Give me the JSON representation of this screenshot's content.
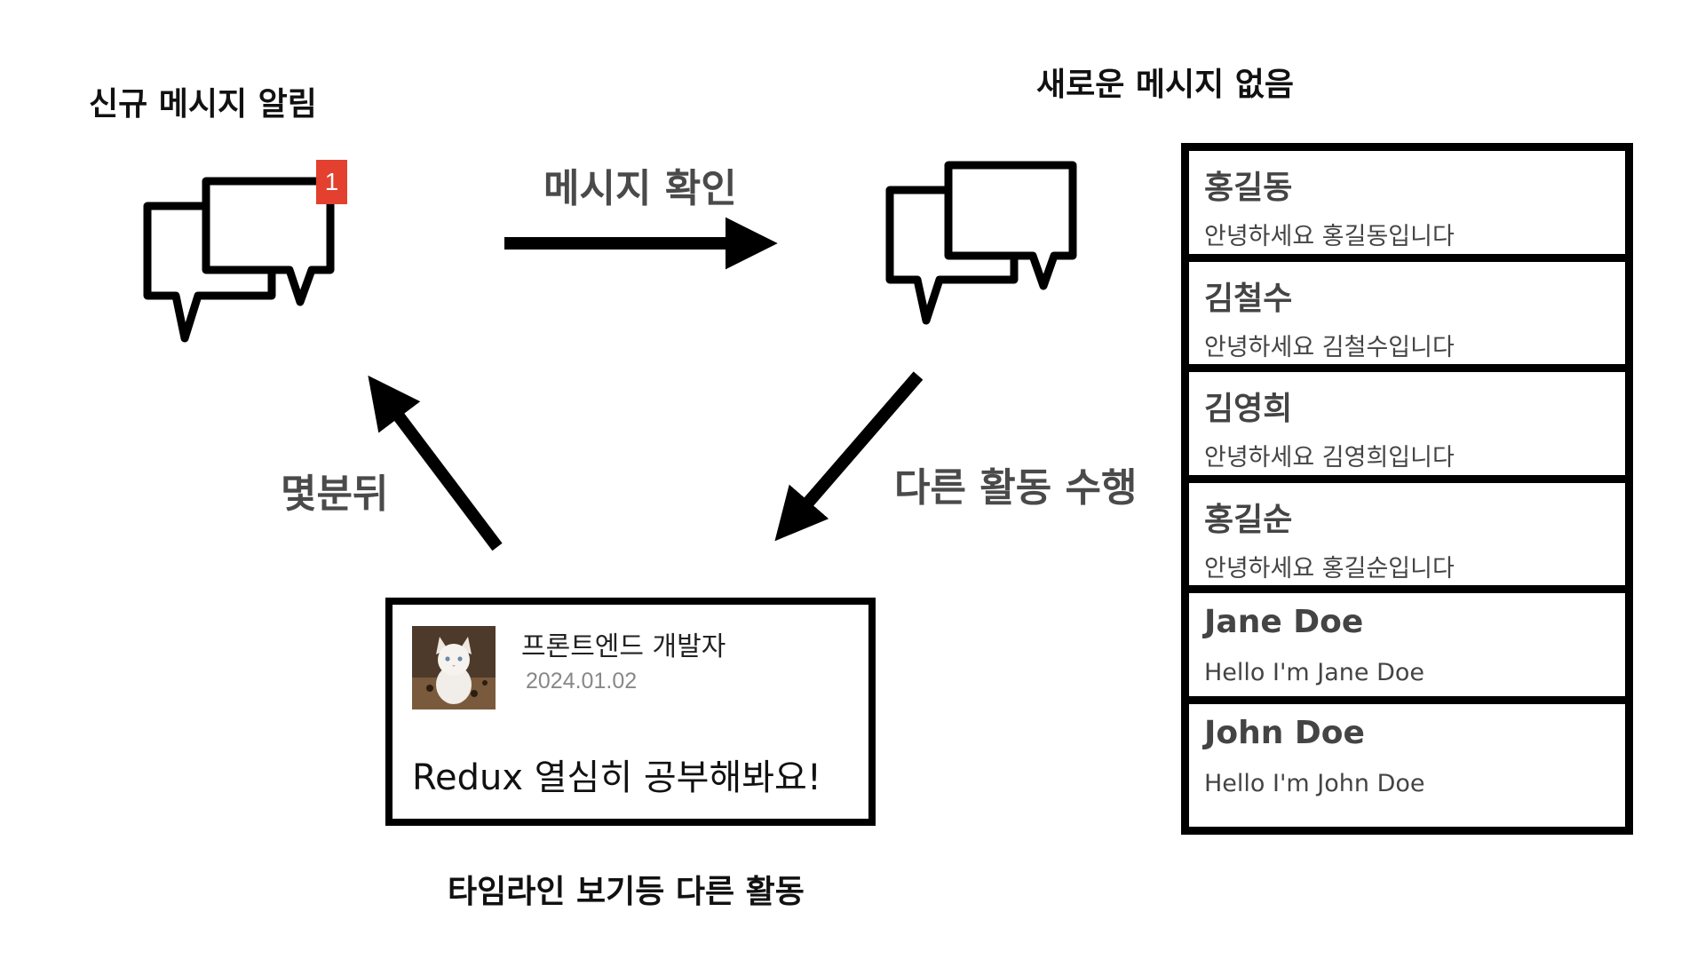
{
  "headings": {
    "new_alert": "신규 메시지 알림",
    "no_new": "새로운 메시지 없음",
    "timeline": "타임라인 보기등 다른 활동"
  },
  "edges": {
    "check_messages": "메시지 확인",
    "other_activity": "다른 활동 수행",
    "minutes_later": "몇분뒤"
  },
  "badge": {
    "count": "1",
    "color": "#e3402f"
  },
  "icons": [
    "chat-bubbles-icon",
    "arrow-icon",
    "cat-avatar-icon"
  ],
  "post": {
    "author": "프론트엔드 개발자",
    "date": "2024.01.02",
    "body": "Redux 열심히 공부해봐요!"
  },
  "messages": [
    {
      "name": "홍길동",
      "text": "안녕하세요 홍길동입니다"
    },
    {
      "name": "김철수",
      "text": "안녕하세요 김철수입니다"
    },
    {
      "name": "김영희",
      "text": "안녕하세요 김영희입니다"
    },
    {
      "name": "홍길순",
      "text": "안녕하세요 홍길순입니다"
    },
    {
      "name": "Jane Doe",
      "text": "Hello I'm Jane Doe"
    },
    {
      "name": "John Doe",
      "text": "Hello I'm John Doe"
    }
  ]
}
